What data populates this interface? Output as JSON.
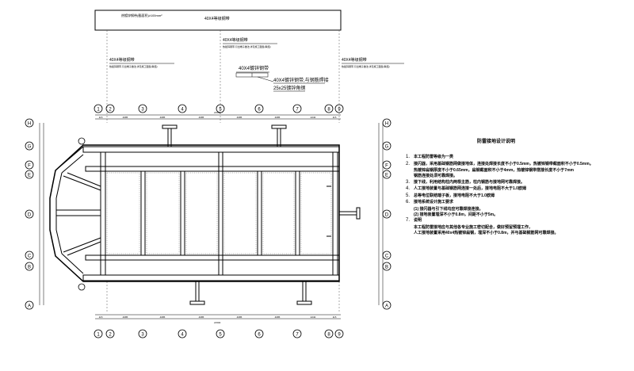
{
  "top_box": {
    "label": "40X4等级钢带",
    "note": "热镀锌钢带(截面积)≥100mm²"
  },
  "callouts": [
    {
      "title": "40X4等级钢带",
      "note": "热镀锌钢带,引出端子做法,详见施工图集(联结)"
    },
    {
      "title": "40X4等级钢带",
      "note": "热镀锌钢带,引出端子做法,详见施工图集(联结)"
    },
    {
      "title": "40X4等级钢带",
      "note": "热镀锌钢带,引出端子做法,详见施工图集(联结)"
    }
  ],
  "detail": {
    "label1": "40X4镀锌钢带",
    "label2": "40X4镀锌钢带,与钢筋焊接",
    "label3": "25x25镀锌角钢"
  },
  "axes_x": [
    "1",
    "2",
    "3",
    "4",
    "5",
    "6",
    "7",
    "8",
    "9"
  ],
  "axes_y": [
    "H",
    "G",
    "F",
    "E",
    "D",
    "C",
    "B",
    "A"
  ],
  "dims_top": [
    "115",
    "4085",
    "4085",
    "4085",
    "4085",
    "4085",
    "2240",
    "115"
  ],
  "dims_total": "21500",
  "notes": {
    "title": "防雷接地设计说明",
    "items": [
      {
        "n": "1.",
        "text": "本工程防雷等级为一类"
      },
      {
        "n": "2.",
        "text": "接闪器，采用基础钢筋网做接地体，连接处焊接长度不小于0.5mm，热镀锌钢带截面积不小于0.5mm。"
      },
      {
        "n": "",
        "text": "热镀锌扁钢厚度不小于0.65mm，扁钢截面积不小于4mm，热镀锌钢带搭接长度不小于7mm"
      },
      {
        "n": "",
        "text": "钢筋连接处须可靠焊接。"
      },
      {
        "n": "3.",
        "text": "接下线，利用结构柱内两根主筋，柱内钢筋与接地网可靠焊接。"
      },
      {
        "n": "4.",
        "text": "人工接地装置与基础钢筋网连接一处后，接地电阻不大于1.0欧姆"
      },
      {
        "n": "5.",
        "text": "总等电位联结端子板，接地电阻不大于1.0欧姆"
      },
      {
        "n": "6.",
        "text": "接地系统设计施工要求"
      },
      {
        "n": "",
        "text": "(1) 接闪器与引下线均应可靠焊接连接。"
      },
      {
        "n": "",
        "text": "(2) 接地装置埋深不小于0.8m，间距不小于5m。"
      },
      {
        "n": "7.",
        "text": "说明"
      },
      {
        "n": "",
        "text": "本工程防雷接地应与其他各专业施工密切配合，做好预留预埋工作，"
      },
      {
        "n": "",
        "text": "人工接地装置采用40x4热镀锌扁钢，埋深不小于0.8m，并与基础钢筋网可靠焊接。"
      }
    ]
  }
}
